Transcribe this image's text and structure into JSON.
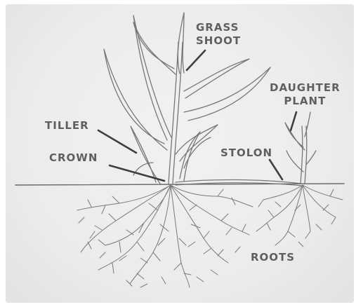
{
  "labels": {
    "grass_shoot": [
      "GRASS",
      "SHOOT"
    ],
    "daughter_plant": [
      "DAUGHTER",
      "PLANT"
    ],
    "tiller": "TILLER",
    "crown": "CROWN",
    "stolon": "STOLON",
    "roots": "ROOTS"
  },
  "colors": {
    "ink": "#6f6f6f",
    "label": "#5f5f5f",
    "paper": "#ececec"
  }
}
